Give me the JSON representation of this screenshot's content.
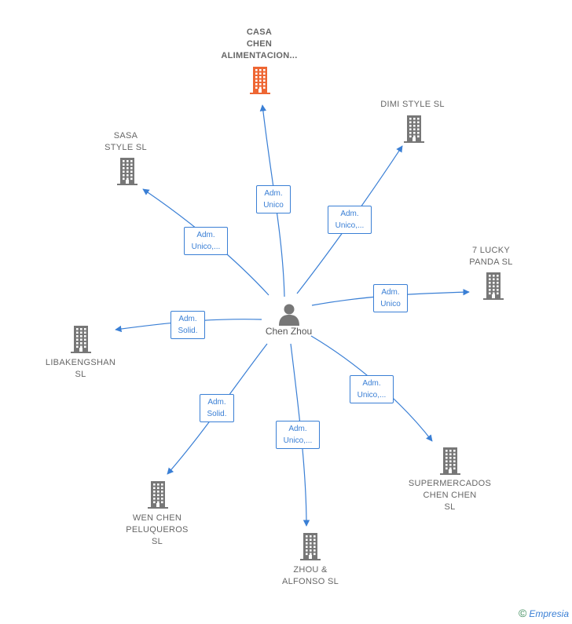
{
  "person": {
    "name": "Chen Zhou",
    "icon": "person-icon"
  },
  "companies": [
    {
      "id": "casa",
      "label": "CASA\nCHEN\nALIMENTACION...",
      "bold": true,
      "color": "#ee6633"
    },
    {
      "id": "dimi",
      "label": "DIMI STYLE  SL",
      "color": "#777777"
    },
    {
      "id": "sasa",
      "label": "SASA\nSTYLE  SL",
      "color": "#777777"
    },
    {
      "id": "lucky",
      "label": "7 LUCKY\nPANDA  SL",
      "color": "#777777"
    },
    {
      "id": "liba",
      "label": "LIBAKENGSHAN\nSL",
      "color": "#777777"
    },
    {
      "id": "super",
      "label": "SUPERMERCADOS\nCHEN CHEN\nSL",
      "color": "#777777"
    },
    {
      "id": "wen",
      "label": "WEN CHEN\nPELUQUEROS\nSL",
      "color": "#777777"
    },
    {
      "id": "zhou",
      "label": "ZHOU &\nALFONSO  SL",
      "color": "#777777"
    }
  ],
  "relations": [
    {
      "to": "casa",
      "label": "Adm.\nUnico"
    },
    {
      "to": "dimi",
      "label": "Adm.\nUnico,..."
    },
    {
      "to": "sasa",
      "label": "Adm.\nUnico,..."
    },
    {
      "to": "lucky",
      "label": "Adm.\nUnico"
    },
    {
      "to": "liba",
      "label": "Adm.\nSolid."
    },
    {
      "to": "super",
      "label": "Adm.\nUnico,..."
    },
    {
      "to": "wen",
      "label": "Adm.\nSolid."
    },
    {
      "to": "zhou",
      "label": "Adm.\nUnico,..."
    }
  ],
  "footer": {
    "copyright": "©",
    "brand": "Empresia"
  },
  "colors": {
    "edge": "#3a7fd5",
    "building": "#777777",
    "highlight": "#ee6633"
  }
}
